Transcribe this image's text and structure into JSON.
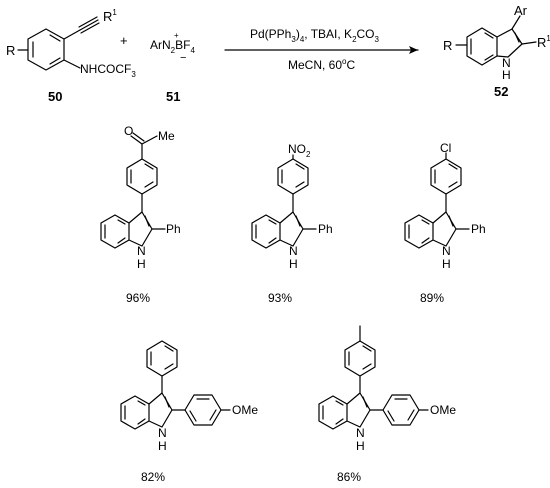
{
  "reaction": {
    "reactant1": {
      "r_label": "R",
      "r1_label": "R",
      "r1_sup": "1",
      "amide_main": "NHCOCF",
      "amide_sub": "3",
      "number": "50"
    },
    "plus": "+",
    "reactant2": {
      "ar": "ArN",
      "n_sub": "2",
      "plus_sup": "+",
      "bf": "BF",
      "bf_sub": "4",
      "minus": "−",
      "number": "51"
    },
    "conditions_above": {
      "pre": "Pd(PPh",
      "pph_sub": "3",
      "mid": ")",
      "mid_sub": "4",
      "rest": ", TBAI, K",
      "k_sub": "2",
      "co": "CO",
      "co_sub": "3"
    },
    "conditions_below": {
      "text": "MeCN, 60",
      "deg": "o",
      "unit": "C"
    },
    "product": {
      "r_label": "R",
      "ar_label": "Ar",
      "r1_label": "R",
      "r1_sup": "1",
      "n_label": "N",
      "h_label": "H",
      "number": "52"
    }
  },
  "examples": [
    {
      "substituent_type": "acetyl",
      "sub_label": "Me",
      "o_label": "O",
      "c2_group": "Ph",
      "n_label": "N",
      "h_label": "H",
      "yield": "96%"
    },
    {
      "substituent_type": "nitro",
      "sub_main": "NO",
      "sub_sub": "2",
      "c2_group": "Ph",
      "n_label": "N",
      "h_label": "H",
      "yield": "93%"
    },
    {
      "substituent_type": "chloro",
      "sub_label": "Cl",
      "c2_group": "Ph",
      "n_label": "N",
      "h_label": "H",
      "yield": "89%"
    },
    {
      "substituent_type": "phenyl",
      "c2_group": "OMe",
      "n_label": "N",
      "h_label": "H",
      "yield": "82%"
    },
    {
      "substituent_type": "tolyl",
      "c2_group": "OMe",
      "n_label": "N",
      "h_label": "H",
      "yield": "86%"
    }
  ]
}
